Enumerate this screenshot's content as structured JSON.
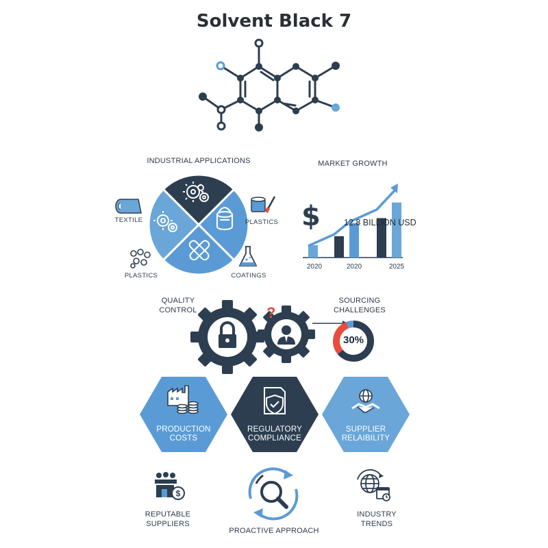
{
  "title": "Solvent Black 7",
  "industrial_applications": {
    "heading": "INDUSTRIAL APPLICATIONS",
    "labels": {
      "textile": "TEXTILE",
      "plastics_top": "PLASTICS",
      "plastics_bottom": "PLASTICS",
      "coatings": "COATINGS"
    }
  },
  "market_growth": {
    "heading": "MARKET GROWTH",
    "currency_symbol": "$",
    "amount": "12.8 BILLION USD"
  },
  "chart_data": {
    "type": "bar",
    "title": "MARKET GROWTH",
    "categories": [
      "2020",
      "",
      "2020",
      "",
      "2025"
    ],
    "values": [
      1.5,
      2.6,
      4.2,
      4.8,
      6.7
    ],
    "annotation": "12.8 BILLION USD",
    "xlabel": "",
    "ylabel": ""
  },
  "quality_control": {
    "heading_line1": "QUALITY",
    "heading_line2": "CONTROL",
    "question_mark": "?"
  },
  "sourcing_challenges": {
    "heading_line1": "SOURCING",
    "heading_line2": "CHALLENGES",
    "percent_label": "30%",
    "percent_value": 30
  },
  "hexagons": [
    {
      "line1": "PRODUCTION",
      "line2": "COSTS"
    },
    {
      "line1": "REGULATORY",
      "line2": "COMPLIANCE"
    },
    {
      "line1": "SUPPLIER",
      "line2": "RELAIBILITY"
    }
  ],
  "bottom_items": {
    "reputable_line1": "REPUTABLE",
    "reputable_line2": "SUPPLIERS",
    "proactive": "PROACTIVE APPROACH",
    "industry_line1": "INDUSTRY",
    "industry_line2": "TRENDS"
  },
  "colors": {
    "dark": "#2c3e50",
    "blue": "#5b9bd5",
    "light_blue": "#6aa6d8",
    "red": "#e84c3d",
    "text": "#2b3a4a"
  }
}
